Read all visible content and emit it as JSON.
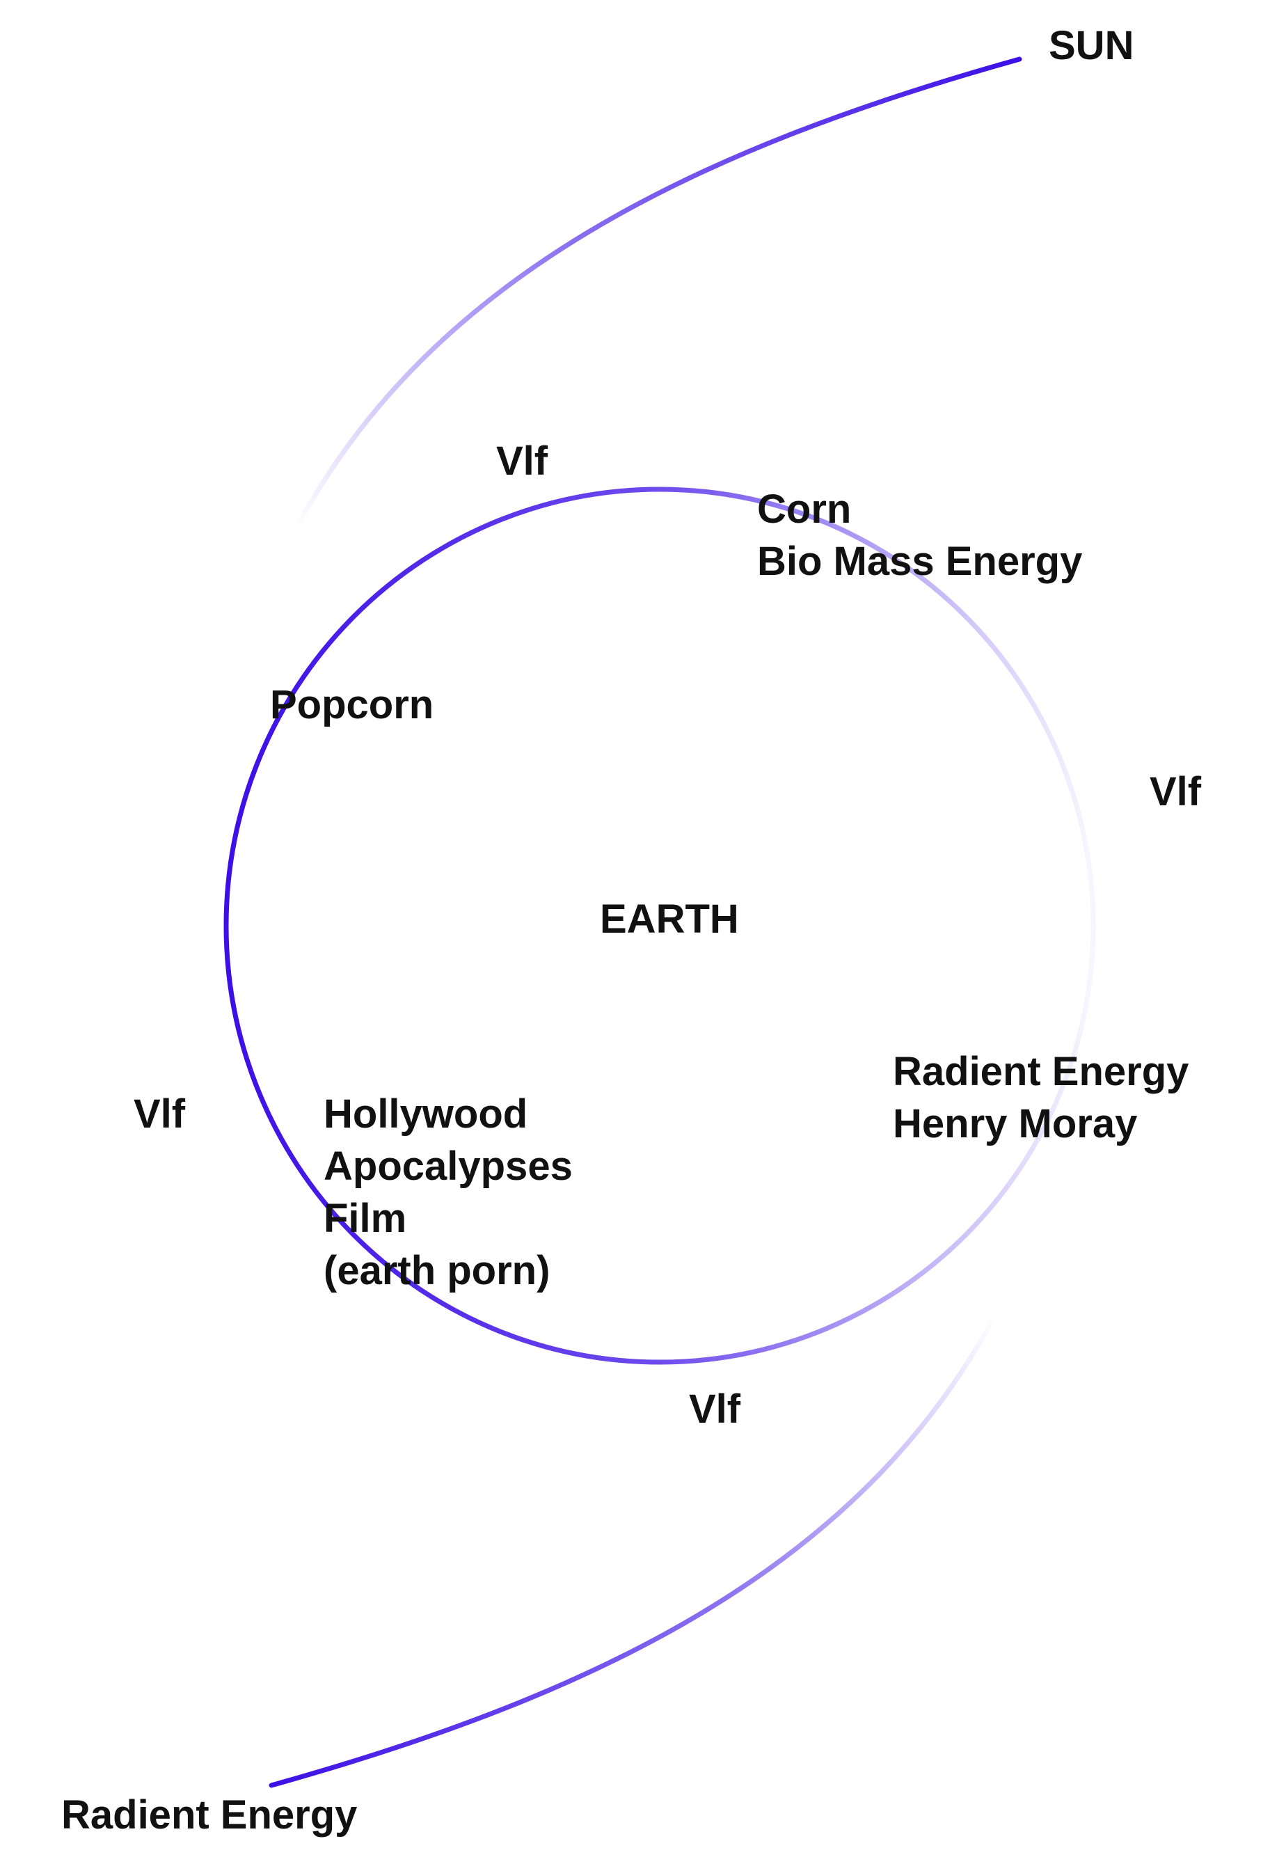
{
  "colors": {
    "arc_stroke": "#3c0fe6",
    "text": "#111111",
    "background": "#ffffff"
  },
  "labels": {
    "sun": "SUN",
    "earth": "EARTH",
    "vlf_top": "Vlf",
    "vlf_right": "Vlf",
    "vlf_left": "Vlf",
    "vlf_bottom": "Vlf",
    "corn": [
      "Corn",
      "Bio Mass Energy"
    ],
    "popcorn": "Popcorn",
    "radient_inner": [
      "Radient Energy",
      "Henry Moray"
    ],
    "hollywood": [
      "Hollywood",
      "Apocalypses",
      "Film",
      "(earth porn)"
    ],
    "radient_outer": "Radient Energy"
  }
}
